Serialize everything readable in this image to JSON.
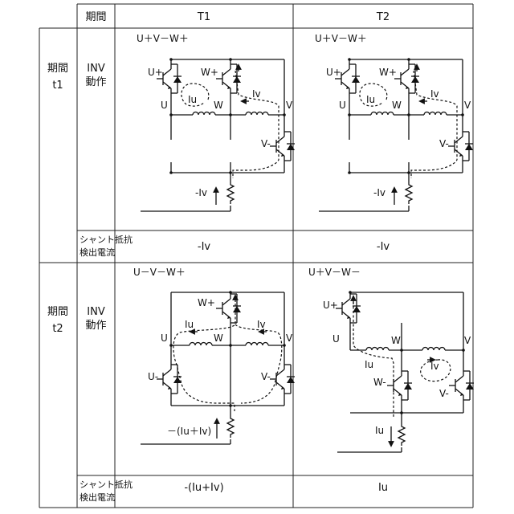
{
  "header": {
    "period": "期間",
    "col_t1": "T1",
    "col_t2": "T2"
  },
  "rows": [
    {
      "period": "期間\nt1",
      "period_line1": "期間",
      "period_line2": "t1",
      "inv_line1": "INV",
      "inv_line2": "動作",
      "shunt_label_line1": "シャント抵抗",
      "shunt_label_line2": "検出電流",
      "t1": {
        "switch_state": "U＋V－W＋",
        "labels": {
          "upper_left": "U+",
          "upper_right": "W+",
          "lower": "V-",
          "node_u": "U",
          "node_w": "W",
          "node_v": "V",
          "cur_a": "Iu",
          "cur_b": "Iv",
          "shunt": "-Iv"
        },
        "shunt_value": "-Iv"
      },
      "t2": {
        "switch_state": "U＋V－W＋",
        "labels": {
          "upper_left": "U+",
          "upper_right": "W+",
          "lower": "V-",
          "node_u": "U",
          "node_w": "W",
          "node_v": "V",
          "cur_a": "Iu",
          "cur_b": "Iv",
          "shunt": "-Iv"
        },
        "shunt_value": "-Iv"
      }
    },
    {
      "period_line1": "期間",
      "period_line2": "t2",
      "inv_line1": "INV",
      "inv_line2": "動作",
      "shunt_label_line1": "シャント抵抗",
      "shunt_label_line2": "検出電流",
      "t1": {
        "switch_state": "U－V－W＋",
        "labels": {
          "upper": "W+",
          "lower_left": "U-",
          "lower_right": "V-",
          "node_u": "U",
          "node_w": "W",
          "node_v": "V",
          "cur_a": "Iu",
          "cur_b": "Iv",
          "shunt": "－(Iu＋Iv)"
        },
        "shunt_value": "-(Iu+Iv)"
      },
      "t2": {
        "switch_state": "U＋V－W－",
        "labels": {
          "upper": "U+",
          "lower_left": "W-",
          "lower_right": "V-",
          "node_u": "U",
          "node_w": "W",
          "node_v": "V",
          "cur_a": "Iu",
          "cur_b": "Iv",
          "shunt": "Iu"
        },
        "shunt_value": "Iu"
      }
    }
  ]
}
